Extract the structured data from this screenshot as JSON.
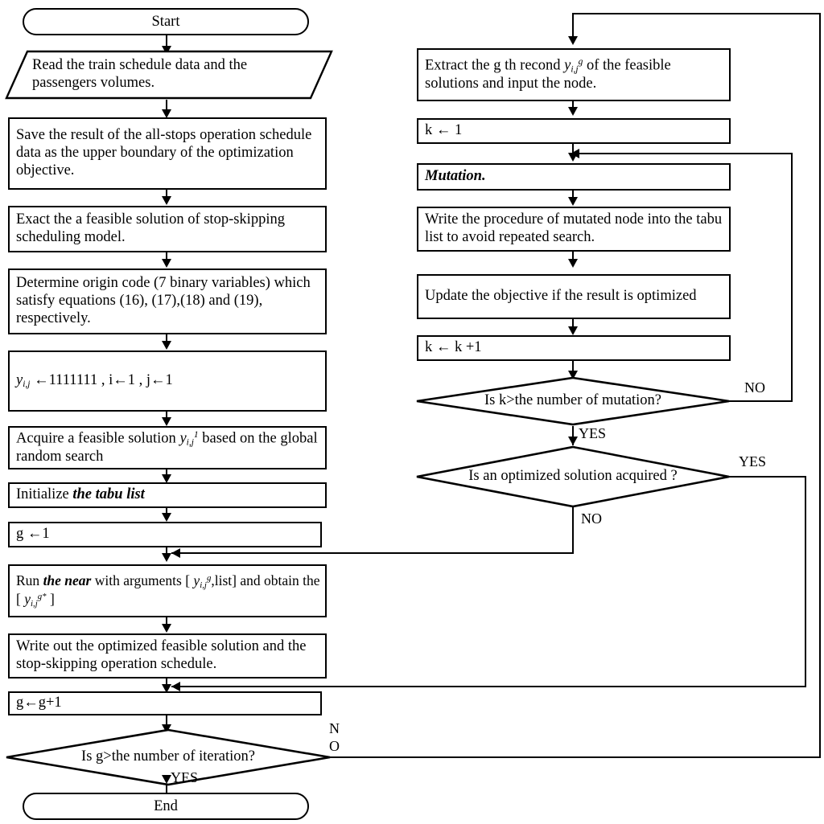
{
  "diagram": {
    "title": "Stop-skipping scheduling optimization algorithm flowchart",
    "nodes": {
      "start": "Start",
      "read_input": "Read the train schedule data and the passengers volumes.",
      "save_allstops": "Save the result of the all-stops operation schedule data as the upper boundary of the optimization objective.",
      "exact_feasible": "Exact the  a feasible solution of stop-skipping scheduling model.",
      "determine_origin": "Determine origin code (7 binary variables) which satisfy equations (16), (17),(18) and (19), respectively.",
      "init_y_line1": "y",
      "init_y_sub": "i,j",
      "init_y_rest": " ←1111111 ,  i←1 , j←1",
      "acquire_feasible_a": "Acquire a feasible solution ",
      "acquire_feasible_b": " based on the global random search",
      "initialize_tabu_a": "Initialize ",
      "initialize_tabu_b": "the tabu list",
      "g_init": "g ←1",
      "run_near_a": "Run ",
      "run_near_b": "the near",
      "run_near_c": " with arguments [ ",
      "run_near_d": ",list] and obtain the [ ",
      "run_near_e": " ]",
      "write_out": "Write out the optimized feasible solution and the stop-skipping operation schedule.",
      "g_increment": "g←g+1",
      "dec_iteration": "Is g>the number of iteration?",
      "end": "End",
      "extract_a": "Extract the g th recond ",
      "extract_b": " of the feasible solutions and input the node.",
      "k_init": "k ← 1",
      "mutation": "Mutation.",
      "write_tabu": "Write the procedure of mutated node into the tabu list to avoid repeated search.",
      "update_objective": "Update the objective if the result is optimized",
      "k_increment": "k ← k +1",
      "dec_mutation": "Is k>the number of mutation?",
      "dec_optimized": "Is an  optimized solution acquired ?"
    },
    "edge_labels": {
      "mutation_no": "NO",
      "mutation_yes": "YES",
      "optimized_yes": "YES",
      "optimized_no": "NO",
      "iteration_no_line1": "N",
      "iteration_no_line2": "O",
      "iteration_yes": "YES"
    },
    "colors": {
      "stroke": "#000000",
      "fill": "#ffffff",
      "text": "#000000"
    }
  }
}
